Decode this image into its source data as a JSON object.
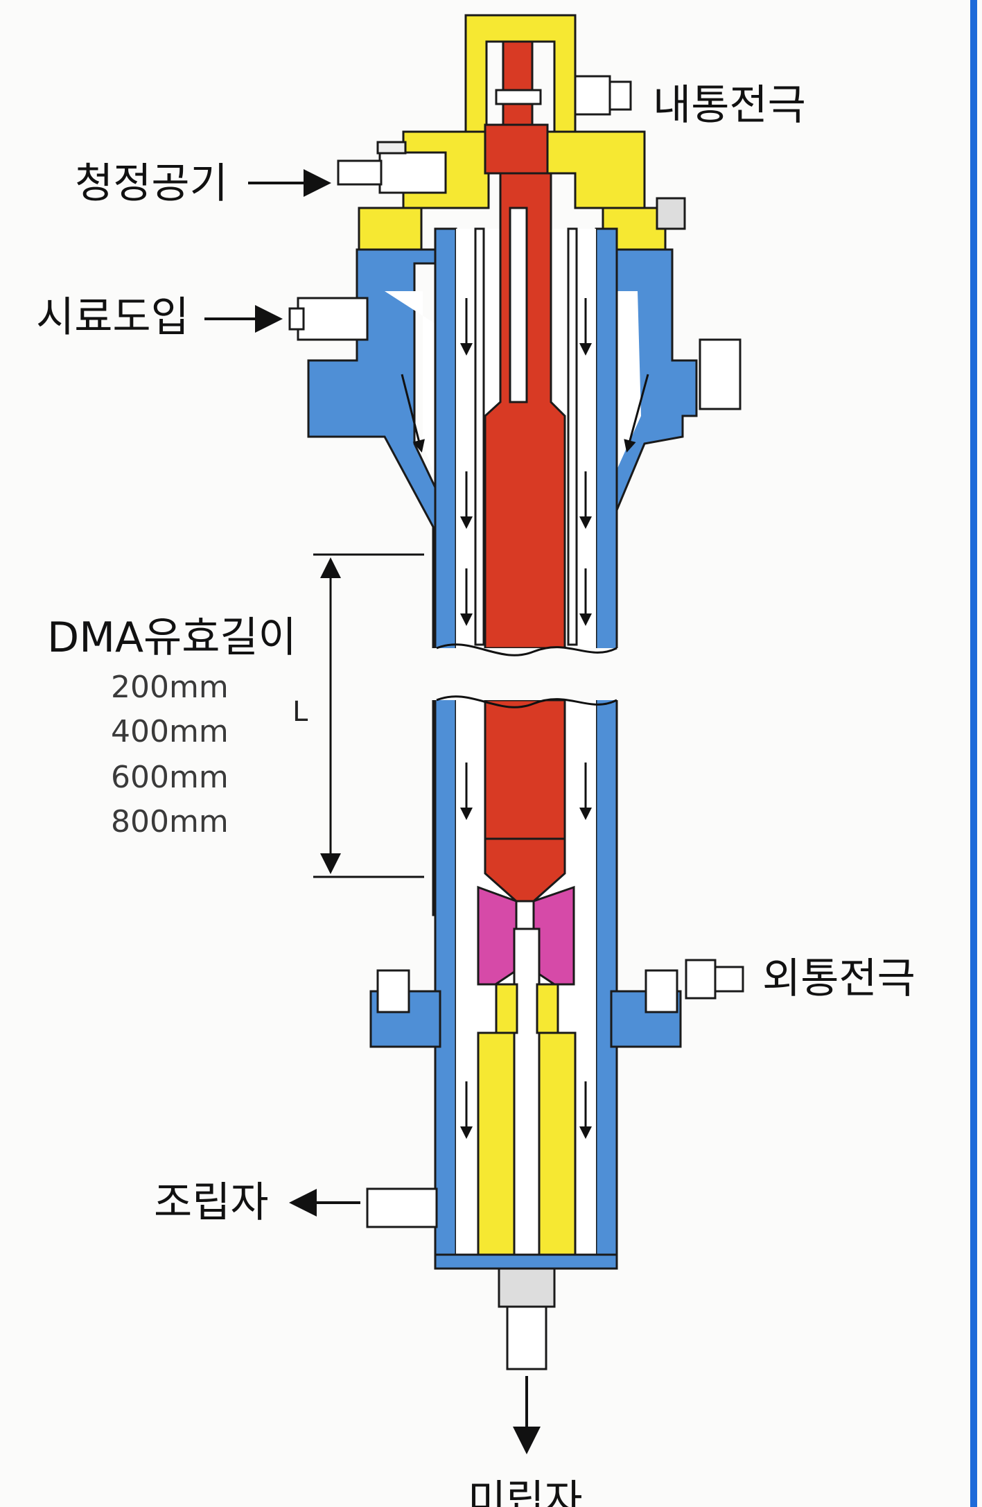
{
  "labels": {
    "inner_electrode": "내통전극",
    "purge_air": "청정공기",
    "sample_inlet": "시료도입",
    "dma_length_title": "DMA유효길이",
    "length_200": "200mm",
    "length_400": "400mm",
    "length_600": "600mm",
    "length_800": "800mm",
    "length_symbol": "L",
    "outer_electrode": "외통전극",
    "classified_particles": "조립자",
    "fine_particles": "미립자"
  },
  "colors": {
    "yellow": "#f6e832",
    "blue": "#4f8fd6",
    "red": "#d83a24",
    "magenta": "#d64aa8",
    "frame": "#1e6ad9"
  },
  "icons": {
    "flow_arrow": "arrow-down-icon",
    "inlet_arrow": "arrow-right-icon",
    "outlet_arrow": "arrow-left-icon"
  }
}
